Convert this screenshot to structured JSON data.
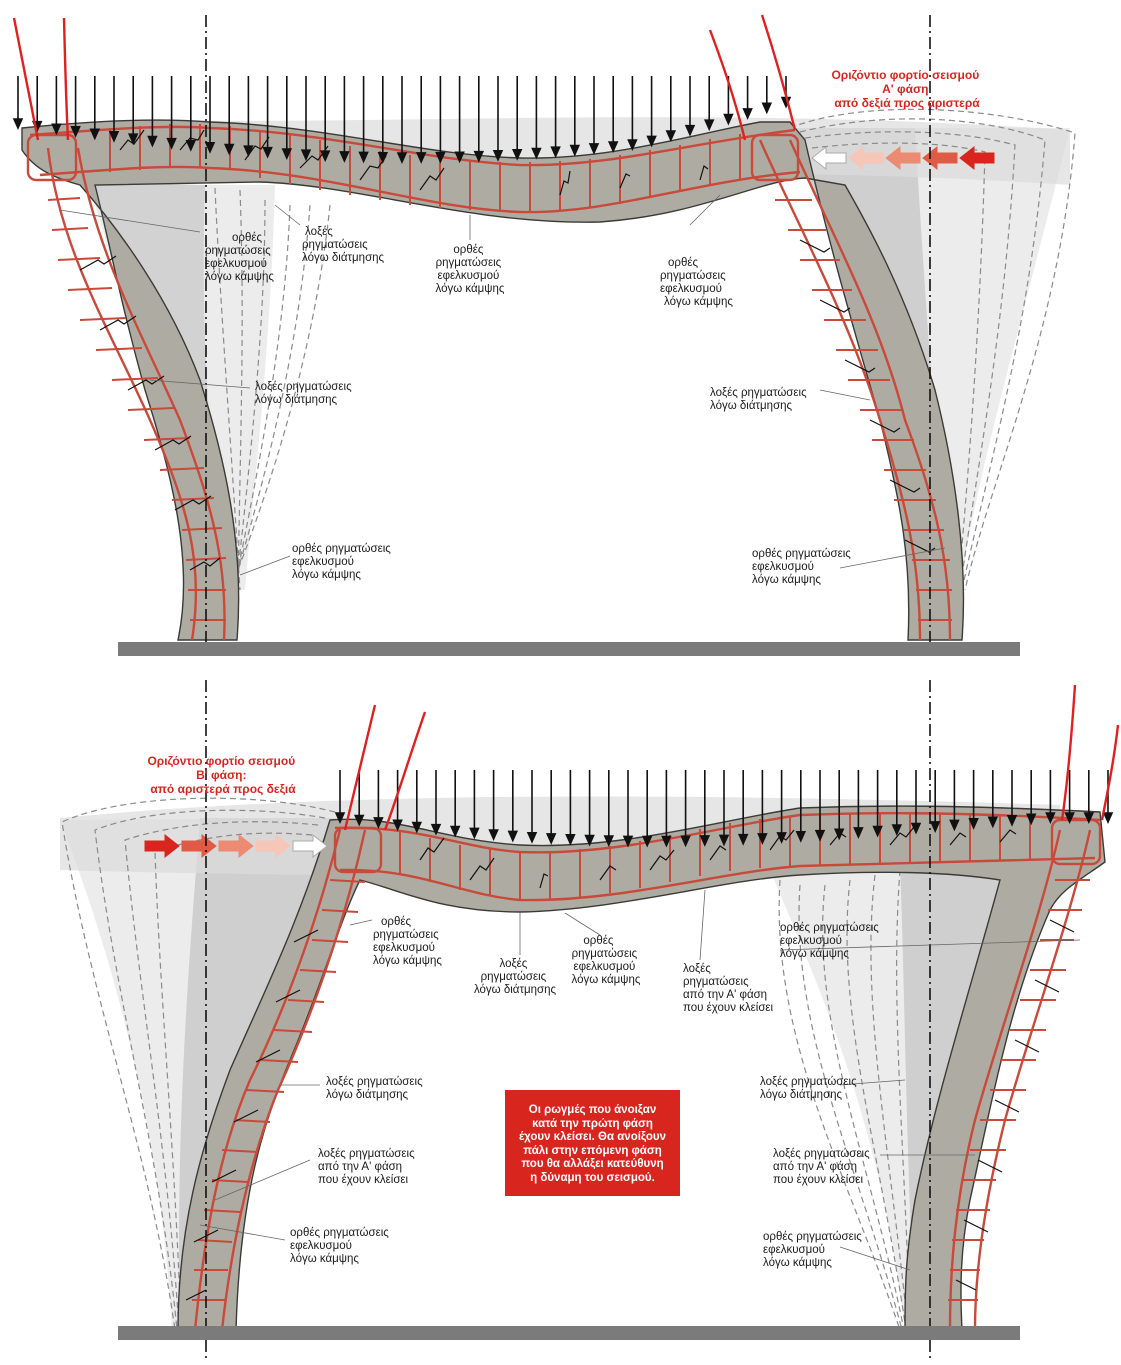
{
  "colors": {
    "concrete": "#aeaca2",
    "concrete_edge": "#3a3a36",
    "rebar": "#c9493a",
    "crack": "#111111",
    "ghost_light": "#e6e6e6",
    "ghost_mid": "#cfcfcf",
    "ghost_dash": "#8a8a8a",
    "load_arrow": "#111111",
    "moment_line": "#e02020",
    "ground": "#7b7b7b",
    "accent_red": "#d8261f"
  },
  "top_panel": {
    "seismic_title": [
      "Οριζόντιο φορτίο σεισμού",
      "Α' φάση",
      "από δεξιά προς αριστερά"
    ],
    "labels": {
      "beam_left_flexure": [
        "ορθές",
        "ρηγματώσεις",
        "εφελκυσμού",
        "λόγω κάμψης"
      ],
      "beam_left_shear": [
        "λοξές",
        "ρηγματώσεις",
        "λόγω διάτμησης"
      ],
      "beam_mid_flexure": [
        "ορθές",
        "ρηγματώσεις",
        "εφελκυσμού",
        "λόγω κάμψης"
      ],
      "beam_right_flexure": [
        "ορθές",
        "ρηγματώσεις",
        "εφελκυσμού",
        "λόγω κάμψης"
      ],
      "left_col_shear": [
        "λοξές ρηγματώσεις",
        "λόγω διάτμησης"
      ],
      "right_col_shear": [
        "λοξές ρηγματώσεις",
        "λόγω διάτμησης"
      ],
      "left_col_flexure": [
        "ορθές ρηγματώσεις",
        "εφελκυσμού",
        "λόγω κάμψης"
      ],
      "right_col_flexure": [
        "ορθές ρηγματώσεις",
        "εφελκυσμού",
        "λόγω κάμψης"
      ]
    }
  },
  "bottom_panel": {
    "seismic_title": [
      "Οριζόντιο φορτίο σεισμού",
      "Β' φάση:",
      "από αριστερά προς δεξιά"
    ],
    "labels": {
      "beam_left_flexure": [
        "ορθές",
        "ρηγματώσεις",
        "εφελκυσμού",
        "λόγω κάμψης"
      ],
      "beam_left_shear": [
        "λοξές",
        "ρηγματώσεις",
        "λόγω διάτμησης"
      ],
      "beam_mid_flexure": [
        "ορθές",
        "ρηγματώσεις",
        "εφελκυσμού",
        "λόγω κάμψης"
      ],
      "beam_closed": [
        "λοξές",
        "ρηγματώσεις",
        "από την Α' φάση",
        "που έχουν κλείσει"
      ],
      "beam_right_flexure": [
        "ορθές ρηγματώσεις",
        "εφελκυσμού",
        "λόγω κάμψης"
      ],
      "left_col_shear": [
        "λοξές ρηγματώσεις",
        "λόγω διάτμησης"
      ],
      "left_col_closed": [
        "λοξές ρηγματώσεις",
        "από την Α' φάση",
        "που έχουν κλείσει"
      ],
      "left_col_flexure": [
        "ορθές ρηγματώσεις",
        "εφελκυσμού",
        "λόγω κάμψης"
      ],
      "right_col_shear": [
        "λοξές ρηγματώσεις",
        "λόγω διάτμησης"
      ],
      "right_col_closed": [
        "λοξές ρηγματώσεις",
        "από την Α' φάση",
        "που έχουν κλείσει"
      ],
      "right_col_flexure": [
        "ορθές ρηγματώσεις",
        "εφελκυσμού",
        "λόγω κάμψης"
      ]
    },
    "note": [
      "Οι ρωγμές που άνοιξαν",
      "κατά την πρώτη φάση",
      "έχουν κλείσει. Θα ανοίξουν",
      "πάλι στην επόμενη φάση",
      "που θα αλλάξει κατεύθυνη",
      "η δύναμη του σεισμού."
    ]
  }
}
